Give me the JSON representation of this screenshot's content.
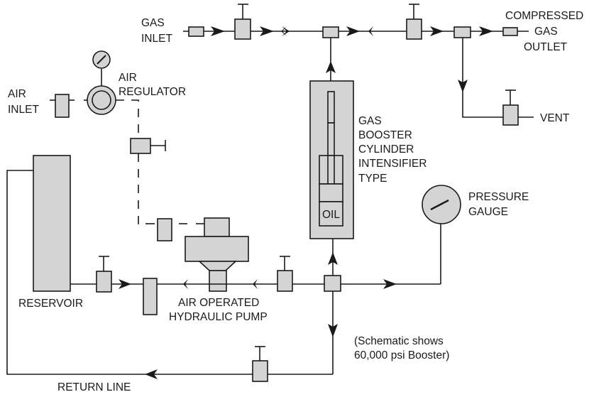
{
  "diagram": {
    "type": "hydraulic-schematic",
    "labels": {
      "gas_inlet": [
        "GAS",
        "INLET"
      ],
      "compressed_gas_outlet": [
        "COMPRESSED",
        "GAS",
        "OUTLET"
      ],
      "air_inlet": [
        "AIR",
        "INLET"
      ],
      "air_regulator": [
        "AIR",
        "REGULATOR"
      ],
      "gas_booster": [
        "GAS",
        "BOOSTER",
        "CYLINDER",
        "INTENSIFIER",
        "TYPE"
      ],
      "oil": "OIL",
      "vent": "VENT",
      "pressure_gauge": [
        "PRESSURE",
        "GAUGE"
      ],
      "reservoir": "RESERVOIR",
      "pump": [
        "AIR OPERATED",
        "HYDRAULIC PUMP"
      ],
      "note": [
        "(Schematic shows",
        "60,000 psi Booster)"
      ],
      "return_line": "RETURN LINE"
    },
    "colors": {
      "component_fill": "#d4d4d4",
      "line": "#1a1a1a"
    }
  }
}
